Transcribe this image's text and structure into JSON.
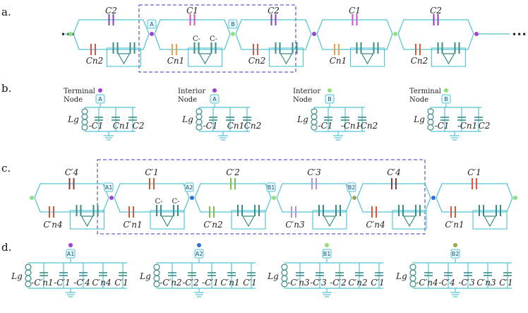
{
  "panels": [
    "a.",
    "b.",
    "c.",
    "d."
  ],
  "colors": {
    "wire": "#4fc3d6",
    "dash_box": "#3a3ab8",
    "c1": "#d24fc7",
    "c2": "#8e3fb5",
    "cn_red": "#e0523a",
    "cn_orange": "#f2a23a",
    "neg": "#3a8a8a",
    "node_green": "#8fe07a",
    "node_purple": "#a43fd6",
    "node_blue": "#2f6fe0",
    "node_olive": "#9aa84a",
    "c2p_green": "#7ac24a",
    "c3p_violet": "#b58fe0",
    "c4p_brown": "#8a3a3a"
  },
  "row_a": {
    "dots_left": "•••",
    "dots_right": "•••",
    "node_a": "A",
    "node_b": "B",
    "cells": [
      {
        "top": "C2",
        "bottom": "Cn2"
      },
      {
        "top": "C1",
        "bottom": "Cn1",
        "neg_left": "C-",
        "neg_right": "C-"
      },
      {
        "top": "C2",
        "bottom": "Cn2"
      },
      {
        "top": "C1",
        "bottom": "Cn1"
      },
      {
        "top": "C2",
        "bottom": "Cn2"
      }
    ]
  },
  "row_b": [
    {
      "title1": "Terminal",
      "title2": "Node",
      "node": "A",
      "lg": "Lg",
      "caps": [
        "-C1",
        "Cn1",
        "C2"
      ]
    },
    {
      "title1": "Interior",
      "title2": "Node",
      "node": "A",
      "lg": "Lg",
      "caps": [
        "-C1",
        "Cn1",
        "Cn2"
      ]
    },
    {
      "title1": "Interior",
      "title2": "Node",
      "node": "B",
      "lg": "Lg",
      "caps": [
        "-C1",
        "-Cn1",
        "-Cn2"
      ]
    },
    {
      "title1": "Terminal",
      "title2": "Node",
      "node": "B",
      "lg": "Lg",
      "caps": [
        "-C1",
        "-Cn1",
        "C2"
      ]
    }
  ],
  "row_c": {
    "nodes": [
      "A1",
      "A2",
      "B1",
      "B2"
    ],
    "cells": [
      {
        "top": "C′4",
        "bottom": "C′n4"
      },
      {
        "top": "C′1",
        "bottom": "C′n1",
        "neg_left": "C-",
        "neg_right": "C-"
      },
      {
        "top": "C′2",
        "bottom": "C′n2"
      },
      {
        "top": "C′3",
        "bottom": "C′n3"
      },
      {
        "top": "C′4",
        "bottom": "C′n4"
      },
      {
        "top": "C′1",
        "bottom": "C′n1"
      }
    ]
  },
  "row_d": [
    {
      "node": "A1",
      "lg": "Lg",
      "caps": [
        "-C′n1",
        "-C′1",
        "-C′4",
        "C′n4",
        "C′1"
      ]
    },
    {
      "node": "A2",
      "lg": "Lg",
      "caps": [
        "-C′n2",
        "-C′2",
        "-C′1",
        "C′n1",
        "C′1"
      ]
    },
    {
      "node": "B1",
      "lg": "Lg",
      "caps": [
        "-C′n3",
        "-C′3",
        "-C′2",
        "C′n2",
        "C′1"
      ]
    },
    {
      "node": "B2",
      "lg": "Lg",
      "caps": [
        "-C′n4",
        "-C′4",
        "-C′3",
        "C′n3",
        "C′1"
      ]
    }
  ]
}
